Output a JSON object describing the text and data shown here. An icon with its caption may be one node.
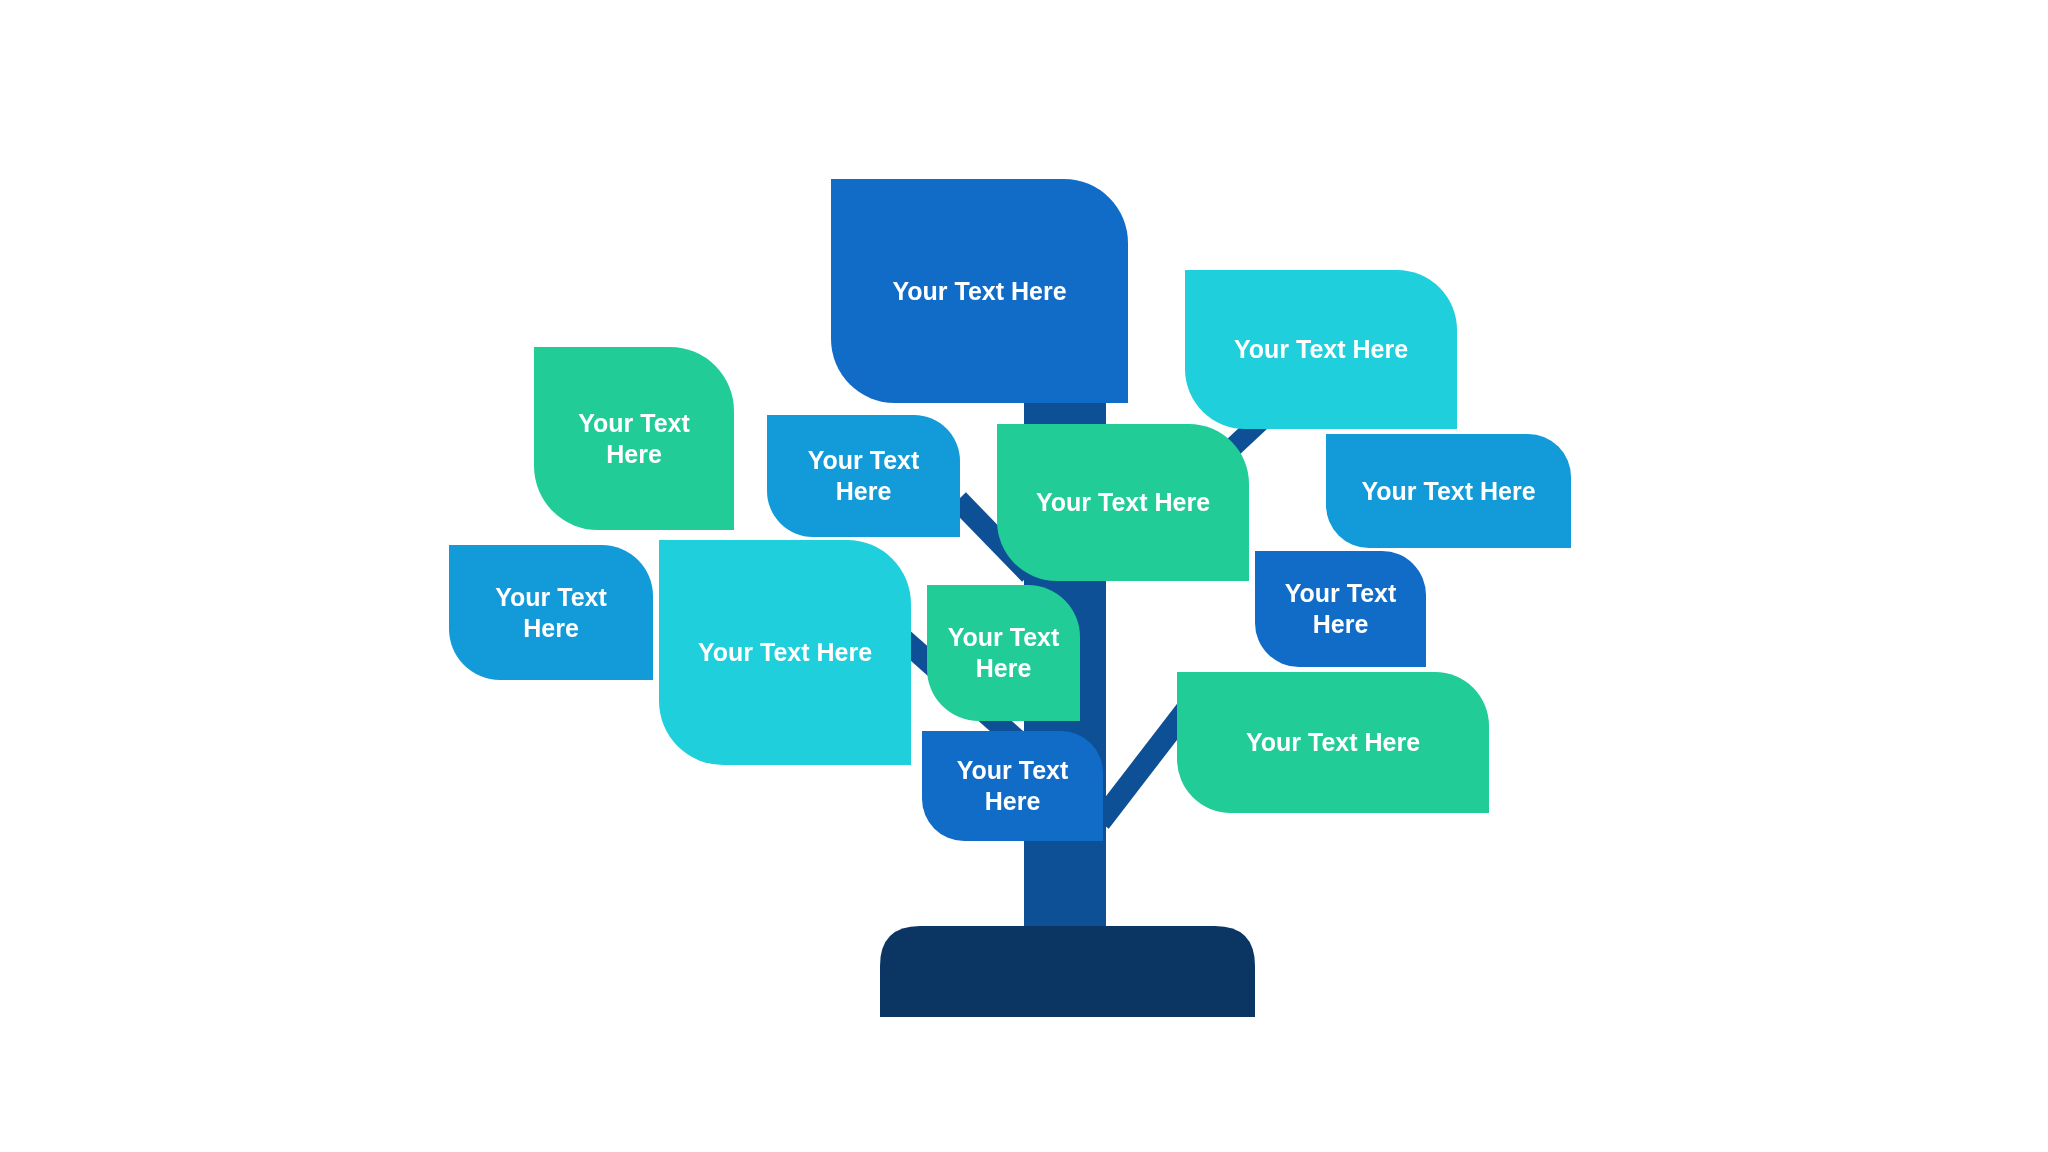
{
  "diagram": {
    "nodes": [
      {
        "text": [
          "Your Text Here"
        ]
      },
      {
        "text": [
          "Your Text Here"
        ]
      },
      {
        "text": [
          "Your Text Here"
        ]
      },
      {
        "text": [
          "Your Text Here"
        ]
      },
      {
        "text": [
          "Your Text Here"
        ]
      },
      {
        "text": [
          "Your Text Here"
        ]
      },
      {
        "text": [
          "Your Text Here"
        ]
      },
      {
        "text": [
          "Your Text Here"
        ]
      },
      {
        "text": [
          "Your Text Here"
        ]
      },
      {
        "text": [
          "Your Text Here"
        ]
      },
      {
        "text": [
          "Your Text Here"
        ]
      },
      {
        "text": [
          "Your Text Here"
        ]
      }
    ]
  }
}
